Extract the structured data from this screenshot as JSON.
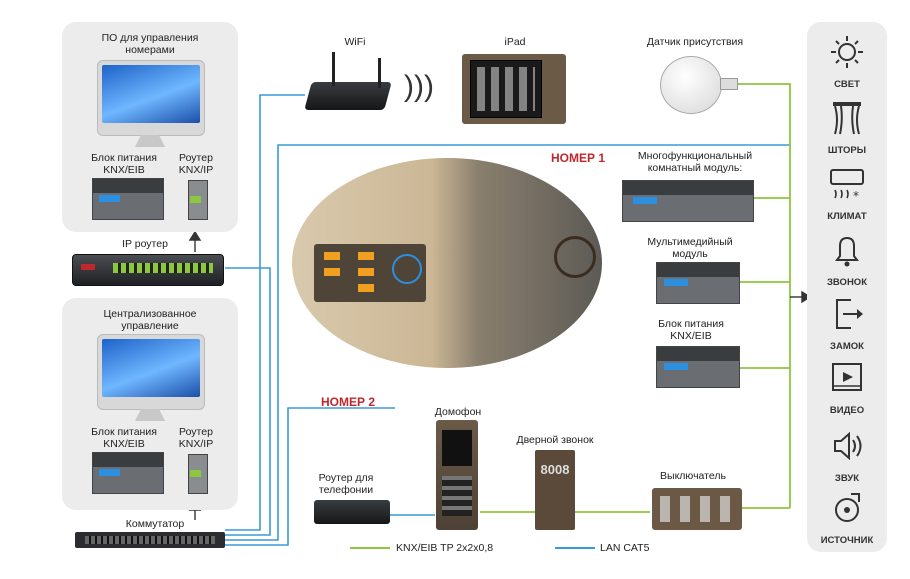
{
  "left_top_panel": {
    "title": "ПО для управления номерами",
    "psu_label": "Блок питания KNX/EIB",
    "router_label": "Роутер KNX/IP"
  },
  "ip_router_label": "IP роутер",
  "left_bottom_panel": {
    "title": "Централизованное управление",
    "psu_label": "Блок питания KNX/EIB",
    "router_label": "Роутер KNX/IP"
  },
  "switch_label": "Коммутатор",
  "wifi_label": "WiFi",
  "ipad_label": "iPad",
  "presence_label": "Датчик присутствия",
  "room1_label": "НОМЕР 1",
  "room2_label": "НОМЕР 2",
  "multi_room_label": "Многофункциональный комнатный модуль:",
  "multimedia_label": "Мультимедийный модуль",
  "psu_right_label": "Блок питания KNX/EIB",
  "intercom_label": "Домофон",
  "doorbell_label": "Дверной звонок",
  "doorbell_number": "8008",
  "switch_panel_label": "Выключатель",
  "phone_router_label": "Роутер для телефонии",
  "legend": {
    "knx": "KNX/EIB TP 2x2x0,8",
    "lan": "LAN CAT5",
    "knx_color": "#8dc63f",
    "lan_color": "#3a9bd9"
  },
  "right_items": [
    {
      "label": "СВЕТ",
      "icon": "light-icon"
    },
    {
      "label": "ШТОРЫ",
      "icon": "curtains-icon"
    },
    {
      "label": "КЛИМАТ",
      "icon": "climate-icon"
    },
    {
      "label": "ЗВОНОК",
      "icon": "bell-icon"
    },
    {
      "label": "ЗАМОК",
      "icon": "lock-icon"
    },
    {
      "label": "ВИДЕО",
      "icon": "video-icon"
    },
    {
      "label": "ЗВУК",
      "icon": "sound-icon"
    },
    {
      "label": "ИСТОЧНИК",
      "icon": "source-icon"
    }
  ]
}
